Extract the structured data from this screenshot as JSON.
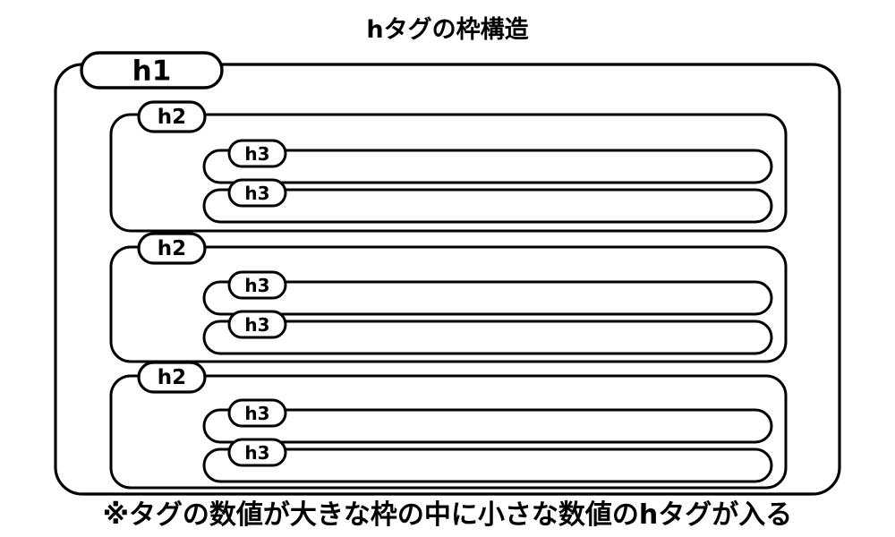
{
  "title": "hタグの枠構造",
  "caption": "※タグの数値が大きな枠の中に小さな数値のhタグが入る",
  "colors": {
    "stroke": "#000000",
    "fill": "#ffffff",
    "background": "#ffffff",
    "text": "#000000"
  },
  "labels": {
    "h1": "h1",
    "h2_1": "h2",
    "h2_2": "h2",
    "h2_3": "h2",
    "h3_1_1": "h3",
    "h3_1_2": "h3",
    "h3_2_1": "h3",
    "h3_2_2": "h3",
    "h3_3_1": "h3",
    "h3_3_2": "h3"
  },
  "chart_data": {
    "type": "diagram",
    "title": "hタグの枠構造",
    "caption": "※タグの数値が大きな枠の中に小さな数値のhタグが入る",
    "description": "Nested rounded-rectangle frames showing HTML heading tag hierarchy: one h1 frame containing three h2 frames, each containing two h3 frames.",
    "nodes": [
      {
        "label": "h1",
        "level": 1,
        "children": [
          {
            "label": "h2",
            "level": 2,
            "children": [
              {
                "label": "h3",
                "level": 3
              },
              {
                "label": "h3",
                "level": 3
              }
            ]
          },
          {
            "label": "h2",
            "level": 2,
            "children": [
              {
                "label": "h3",
                "level": 3
              },
              {
                "label": "h3",
                "level": 3
              }
            ]
          },
          {
            "label": "h2",
            "level": 2,
            "children": [
              {
                "label": "h3",
                "level": 3
              },
              {
                "label": "h3",
                "level": 3
              }
            ]
          }
        ]
      }
    ]
  }
}
